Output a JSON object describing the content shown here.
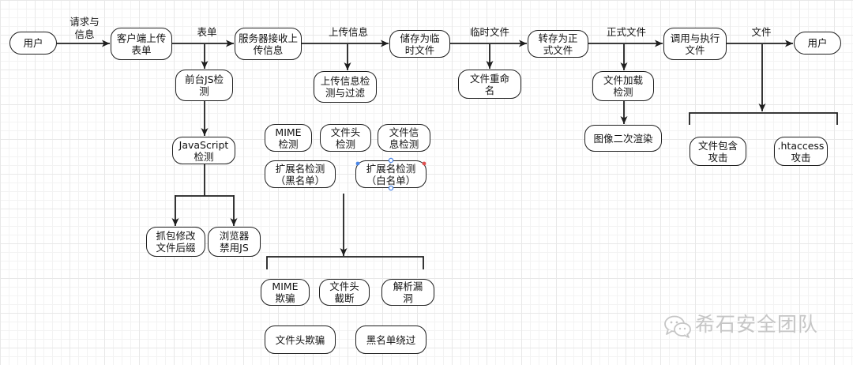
{
  "main_flow": {
    "user_start": "用户",
    "client_form": "客户端上传\n表单",
    "server_receive": "服务器接收上\n传信息",
    "store_temp": "储存为临\n时文件",
    "move_formal": "转存为正\n式文件",
    "invoke_execute": "调用与执行\n文件",
    "user_end": "用户"
  },
  "edge_labels": {
    "request_info": "请求与\n信息",
    "form": "表单",
    "upload_info": "上传信息",
    "temp_file": "临时文件",
    "formal_file": "正式文件",
    "file": "文件"
  },
  "client_checks": {
    "frontend_js": "前台JS检\n测",
    "javascript_check": "JavaScript\n检测",
    "bypasses": [
      "抓包修改\n文件后缀",
      "浏览器\n禁用JS"
    ]
  },
  "server_checks": {
    "upload_filter": "上传信息检\n测与过滤",
    "checks": [
      "MIME\n检测",
      "文件头\n检测",
      "文件信\n息检测",
      "扩展名检测\n（黑名单）",
      "扩展名检测\n（白名单）"
    ],
    "bypasses": [
      "MIME\n欺骗",
      "文件头\n截断",
      "解析漏\n洞",
      "文件头欺骗",
      "黑名单绕过"
    ]
  },
  "temp_checks": {
    "rename": "文件重命\n名"
  },
  "formal_checks": {
    "load_check": "文件加载\n检测",
    "image_rerender": "图像二次渲染"
  },
  "execute_attacks": [
    "文件包含\n攻击",
    ".htaccess\n攻击"
  ],
  "watermark": {
    "icon": "wechat-icon",
    "text": "希石安全团队"
  },
  "colors": {
    "stroke": "#1f1f1f",
    "node_fill": "#ffffff",
    "selection_handle": "#4a86e8",
    "selection_handle_alt": "#e05050",
    "watermark": "#c6c6c6"
  }
}
